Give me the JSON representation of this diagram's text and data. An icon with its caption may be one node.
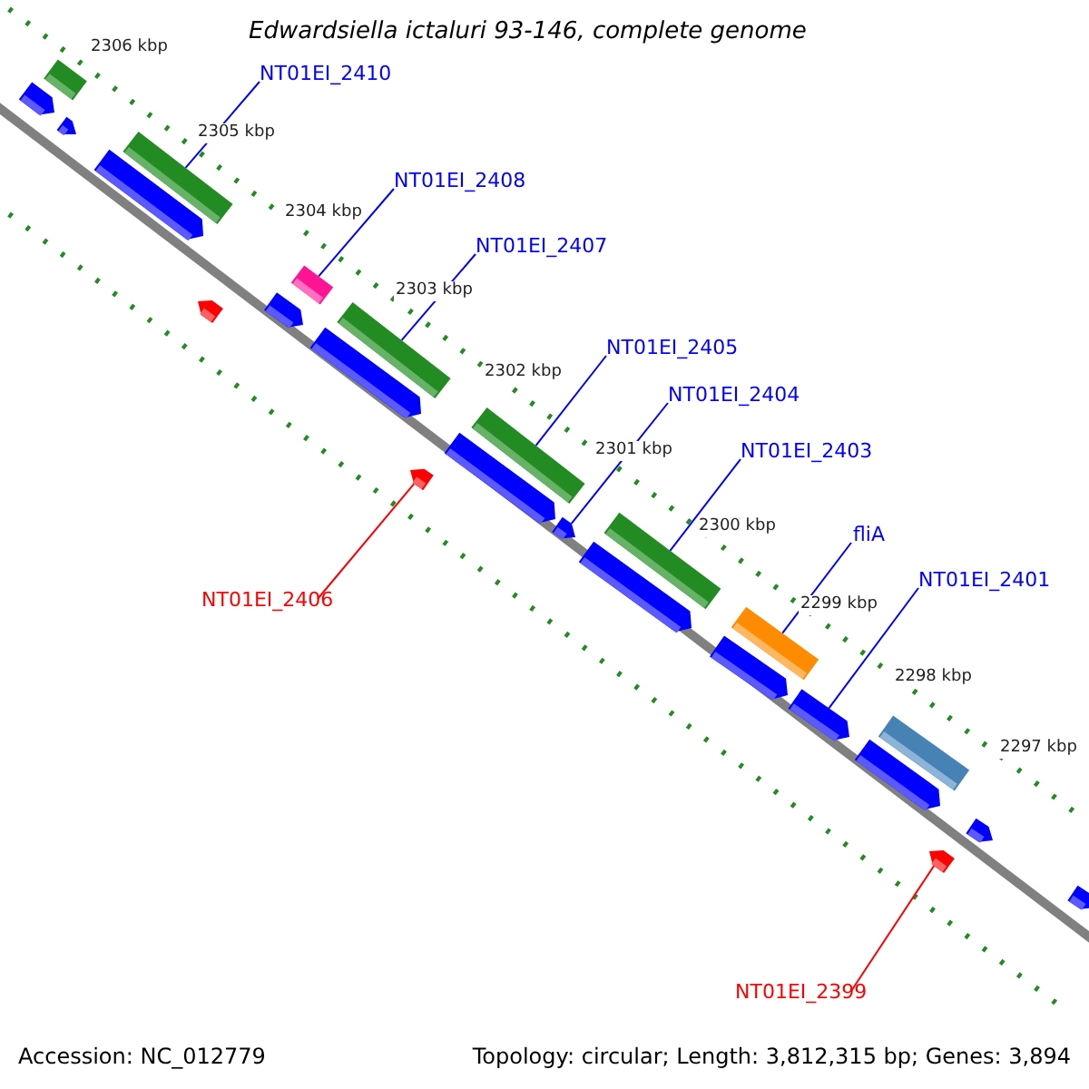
{
  "diagram": {
    "title": "Edwardsiella ictaluri 93-146, complete genome",
    "nodes": [
      {
        "text": [
          "NT01EI_2410"
        ]
      },
      {
        "text": [
          "NT01EI_2408"
        ]
      },
      {
        "text": [
          "NT01EI_2407"
        ]
      },
      {
        "text": [
          "NT01EI_2405"
        ]
      },
      {
        "text": [
          "NT01EI_2404"
        ]
      },
      {
        "text": [
          "NT01EI_2403"
        ]
      },
      {
        "text": [
          "fliA"
        ]
      },
      {
        "text": [
          "NT01EI_2401"
        ]
      },
      {
        "text": [
          "NT01EI_2406"
        ]
      },
      {
        "text": [
          "NT01EI_2399"
        ]
      },
      {
        "text": [],
        "shape": "bar"
      },
      {
        "text": [],
        "shape": "bar"
      },
      {
        "text": [],
        "shape": "bar"
      },
      {
        "text": [],
        "shape": "bar"
      },
      {
        "text": [],
        "shape": "bar"
      },
      {
        "text": [],
        "shape": "bar"
      },
      {
        "text": [],
        "shape": "bar"
      },
      {
        "text": [],
        "shape": "bar"
      },
      {
        "text": [],
        "shape": "bar"
      },
      {
        "text": [],
        "shape": "bar"
      },
      {
        "text": [],
        "shape": "bar"
      },
      {
        "text": [],
        "shape": "bar"
      },
      {
        "text": [],
        "shape": "bar"
      },
      {
        "text": [],
        "shape": "bar"
      },
      {
        "text": [],
        "shape": "bar"
      },
      {
        "text": [],
        "shape": "bar"
      },
      {
        "text": [],
        "shape": "bar"
      },
      {
        "text": [],
        "shape": "bar"
      },
      {
        "text": [],
        "shape": "bar"
      },
      {
        "text": [],
        "shape": "bar"
      },
      {
        "text": [],
        "shape": "bar"
      },
      {
        "text": [],
        "shape": "bar"
      },
      {
        "text": [],
        "shape": "bar"
      },
      {
        "text": [],
        "shape": "bar"
      }
    ],
    "edges": [
      {
        "from": 0,
        "to": 11,
        "arrow": "none"
      },
      {
        "from": 1,
        "to": 12,
        "arrow": "none"
      },
      {
        "from": 2,
        "to": 13,
        "arrow": "none"
      },
      {
        "from": 3,
        "to": 14,
        "arrow": "none"
      },
      {
        "from": 4,
        "to": 24,
        "arrow": "none"
      },
      {
        "from": 5,
        "to": 15,
        "arrow": "none"
      },
      {
        "from": 6,
        "to": 16,
        "arrow": "none"
      },
      {
        "from": 7,
        "to": 27,
        "arrow": "none"
      },
      {
        "from": 8,
        "to": 32,
        "arrow": "none",
        "color": "#ff0000"
      },
      {
        "from": 9,
        "to": 33,
        "arrow": "none",
        "color": "#ff0000"
      }
    ],
    "labels": [
      "2306 kbp",
      "2305 kbp",
      "2304 kbp",
      "2303 kbp",
      "2302 kbp",
      "2301 kbp",
      "2300 kbp",
      "2299 kbp",
      "2298 kbp",
      "2297 kbp",
      "Accession: NC_012779",
      "Topology: circular; Length: 3,812,315 bp; Genes: 3,894"
    ]
  }
}
